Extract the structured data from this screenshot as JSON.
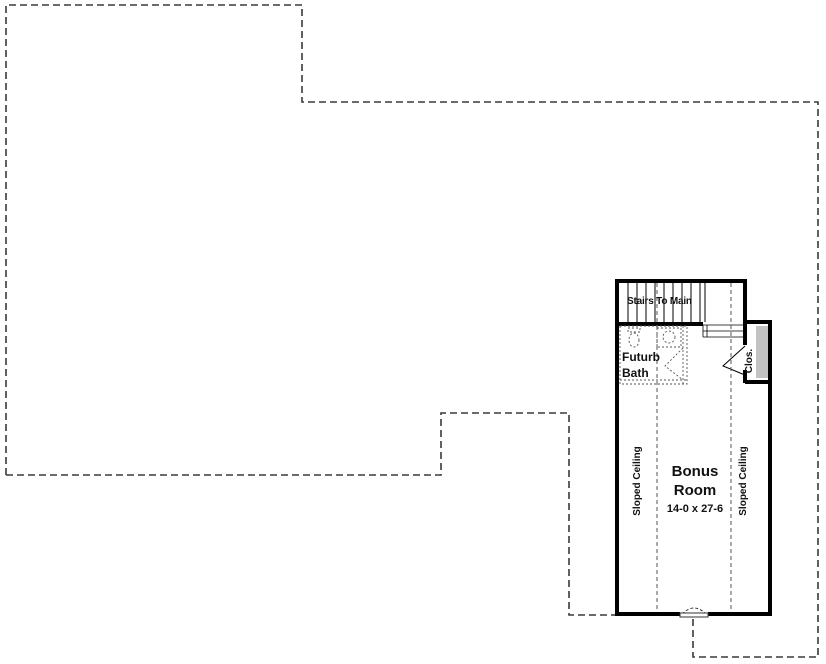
{
  "diagram": {
    "type": "floor-plan",
    "level": "upper floor / bonus room",
    "colors": {
      "wall": "#000000",
      "dashed_outline": "#444444",
      "background": "#ffffff"
    },
    "rooms": {
      "stairs": {
        "label": "Stairs To Main"
      },
      "bath": {
        "label_line1": "Futurb",
        "label_line2": "Bath"
      },
      "bonus": {
        "name_line1": "Bonus",
        "name_line2": "Room",
        "dimensions": "14-0 x 27-6"
      },
      "sloped_left": {
        "label": "Sloped Ceiling"
      },
      "sloped_right": {
        "label": "Sloped Ceiling"
      },
      "closet": {
        "label": "Clos."
      }
    },
    "outlines": {
      "lower_floor_footprint": "dashed",
      "bonus_room_walls": "solid"
    }
  }
}
